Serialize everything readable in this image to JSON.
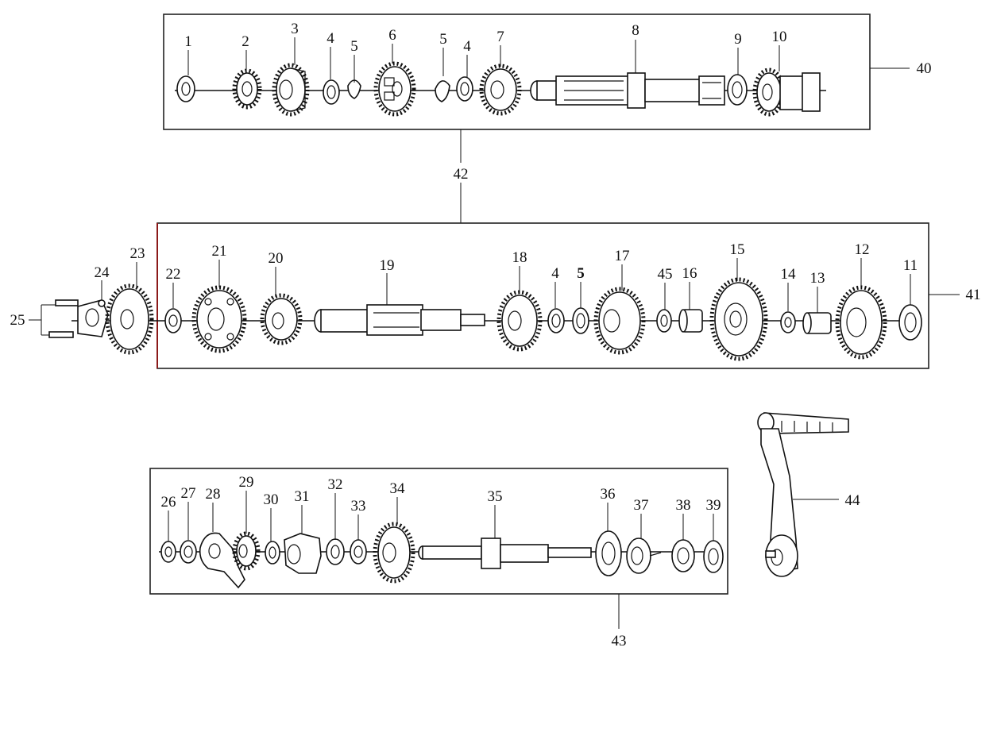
{
  "diagram": {
    "callouts": {
      "c1": "1",
      "c2": "2",
      "c3": "3",
      "c4a": "4",
      "c5a": "5",
      "c6": "6",
      "c5b": "5",
      "c4b": "4",
      "c7": "7",
      "c8": "8",
      "c9": "9",
      "c10": "10",
      "c40": "40",
      "c42": "42",
      "c41": "41",
      "c25": "25",
      "c24": "24",
      "c23": "23",
      "c22": "22",
      "c21": "21",
      "c20": "20",
      "c19": "19",
      "c18": "18",
      "c4c": "4",
      "c5c": "5",
      "c17": "17",
      "c45": "45",
      "c16": "16",
      "c15": "15",
      "c14": "14",
      "c13": "13",
      "c12": "12",
      "c11": "11",
      "c26": "26",
      "c27": "27",
      "c28": "28",
      "c29": "29",
      "c30": "30",
      "c31": "31",
      "c32": "32",
      "c33": "33",
      "c34": "34",
      "c35": "35",
      "c36": "36",
      "c37": "37",
      "c38": "38",
      "c39": "39",
      "c43": "43",
      "c44": "44"
    }
  }
}
